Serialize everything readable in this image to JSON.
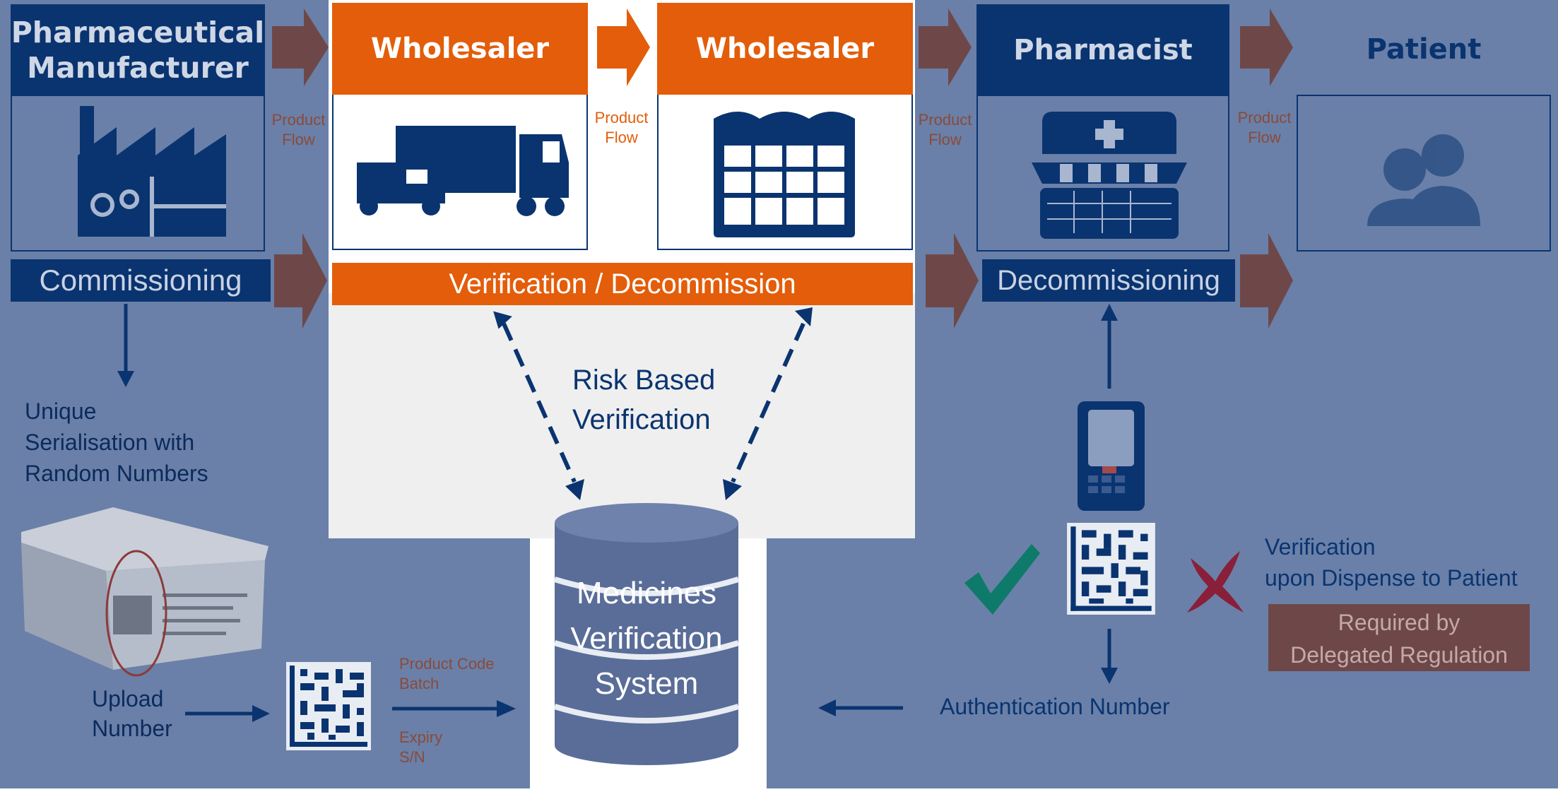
{
  "actors": {
    "manufacturer": "Pharmaceutical\nManufacturer",
    "wholesaler1": "Wholesaler",
    "wholesaler2": "Wholesaler",
    "pharmacist": "Pharmacist",
    "patient": "Patient"
  },
  "flows": {
    "f1": "Product\nFlow",
    "f2": "Product\nFlow",
    "f3": "Product\nFlow",
    "f4": "Product\nFlow"
  },
  "bars": {
    "commissioning": "Commissioning",
    "verification": "Verification / Decommission",
    "decommissioning": "Decommissioning"
  },
  "texts": {
    "serialisation": "Unique\nSerialisation with\nRandom Numbers",
    "upload": "Upload\nNumber",
    "product_code": "Product Code\nBatch",
    "expiry": "Expiry\nS/N",
    "risk": "Risk Based\nVerification",
    "mvs": "Medicines\nVerification\nSystem",
    "auth": "Authentication Number",
    "verif_dispense": "Verification\nupon Dispense to Patient",
    "required": "Required by\nDelegated  Regulation"
  },
  "colors": {
    "dark_blue": "#0a3470",
    "orange": "#e35d0a",
    "muted_blue": "#6a80a8",
    "brown_arrow": "#6e4848",
    "check_green": "#0e7a6a",
    "cross_red": "#8a1f3a"
  },
  "icons": [
    "factory-icon",
    "truck-icon",
    "warehouse-icon",
    "pharmacy-icon",
    "patients-icon",
    "scanner-icon",
    "datamatrix-icon",
    "check-icon",
    "cross-icon",
    "package-icon",
    "database-icon"
  ]
}
